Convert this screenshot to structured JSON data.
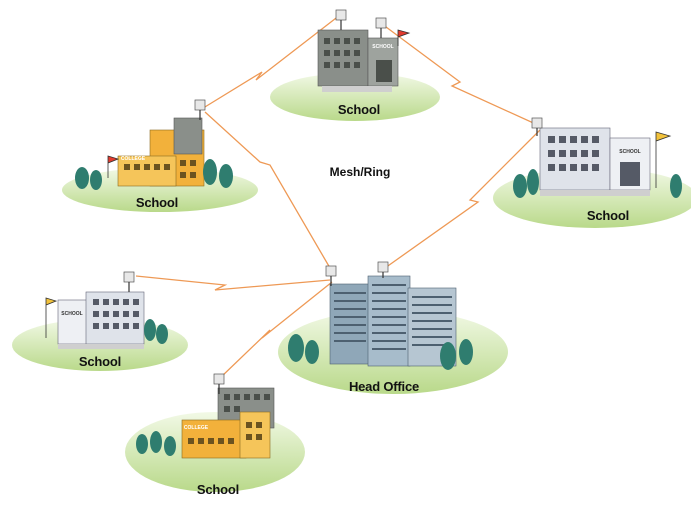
{
  "center_label": "Mesh/Ring",
  "nodes": [
    {
      "label": "School",
      "sign": "SCHOOL"
    },
    {
      "label": "School",
      "sign": "COLLEGE"
    },
    {
      "label": "School",
      "sign": "SCHOOL"
    },
    {
      "label": "School",
      "sign": "SCHOOL"
    },
    {
      "label": "Head Office",
      "sign": ""
    },
    {
      "label": "School",
      "sign": "COLLEGE"
    }
  ],
  "colors": {
    "link": "#ee9955",
    "ground": "#cfe6a6",
    "grey_building": "#8a8f8a",
    "light_building": "#dfe3ea",
    "yellow_building": "#f2b13b",
    "head_office": "#8fa7b8",
    "tree": "#2f7d6f",
    "flag": "#e23b2e"
  },
  "icons": [
    "antenna-icon",
    "flag-icon",
    "tree-icon"
  ]
}
